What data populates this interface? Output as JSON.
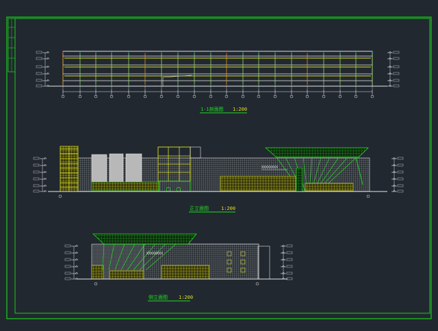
{
  "colors": {
    "background": "#212830",
    "frame": "#18d018",
    "white": "#e8e8e8",
    "yellow": "#e0e020",
    "green": "#20e020",
    "cyan": "#20d0d0",
    "red": "#e02020",
    "hatch": "#9aa0a0",
    "gray_block": "#b8b8b8"
  },
  "drawings": [
    {
      "id": "section-1-1",
      "title": "1-1剖面图",
      "scale": "1:200"
    },
    {
      "id": "front-elevation",
      "title": "正立面图",
      "scale": "1:200"
    },
    {
      "id": "side-elevation",
      "title": "侧立面图",
      "scale": "1:200"
    }
  ],
  "annotation": "XXXXXXXX"
}
